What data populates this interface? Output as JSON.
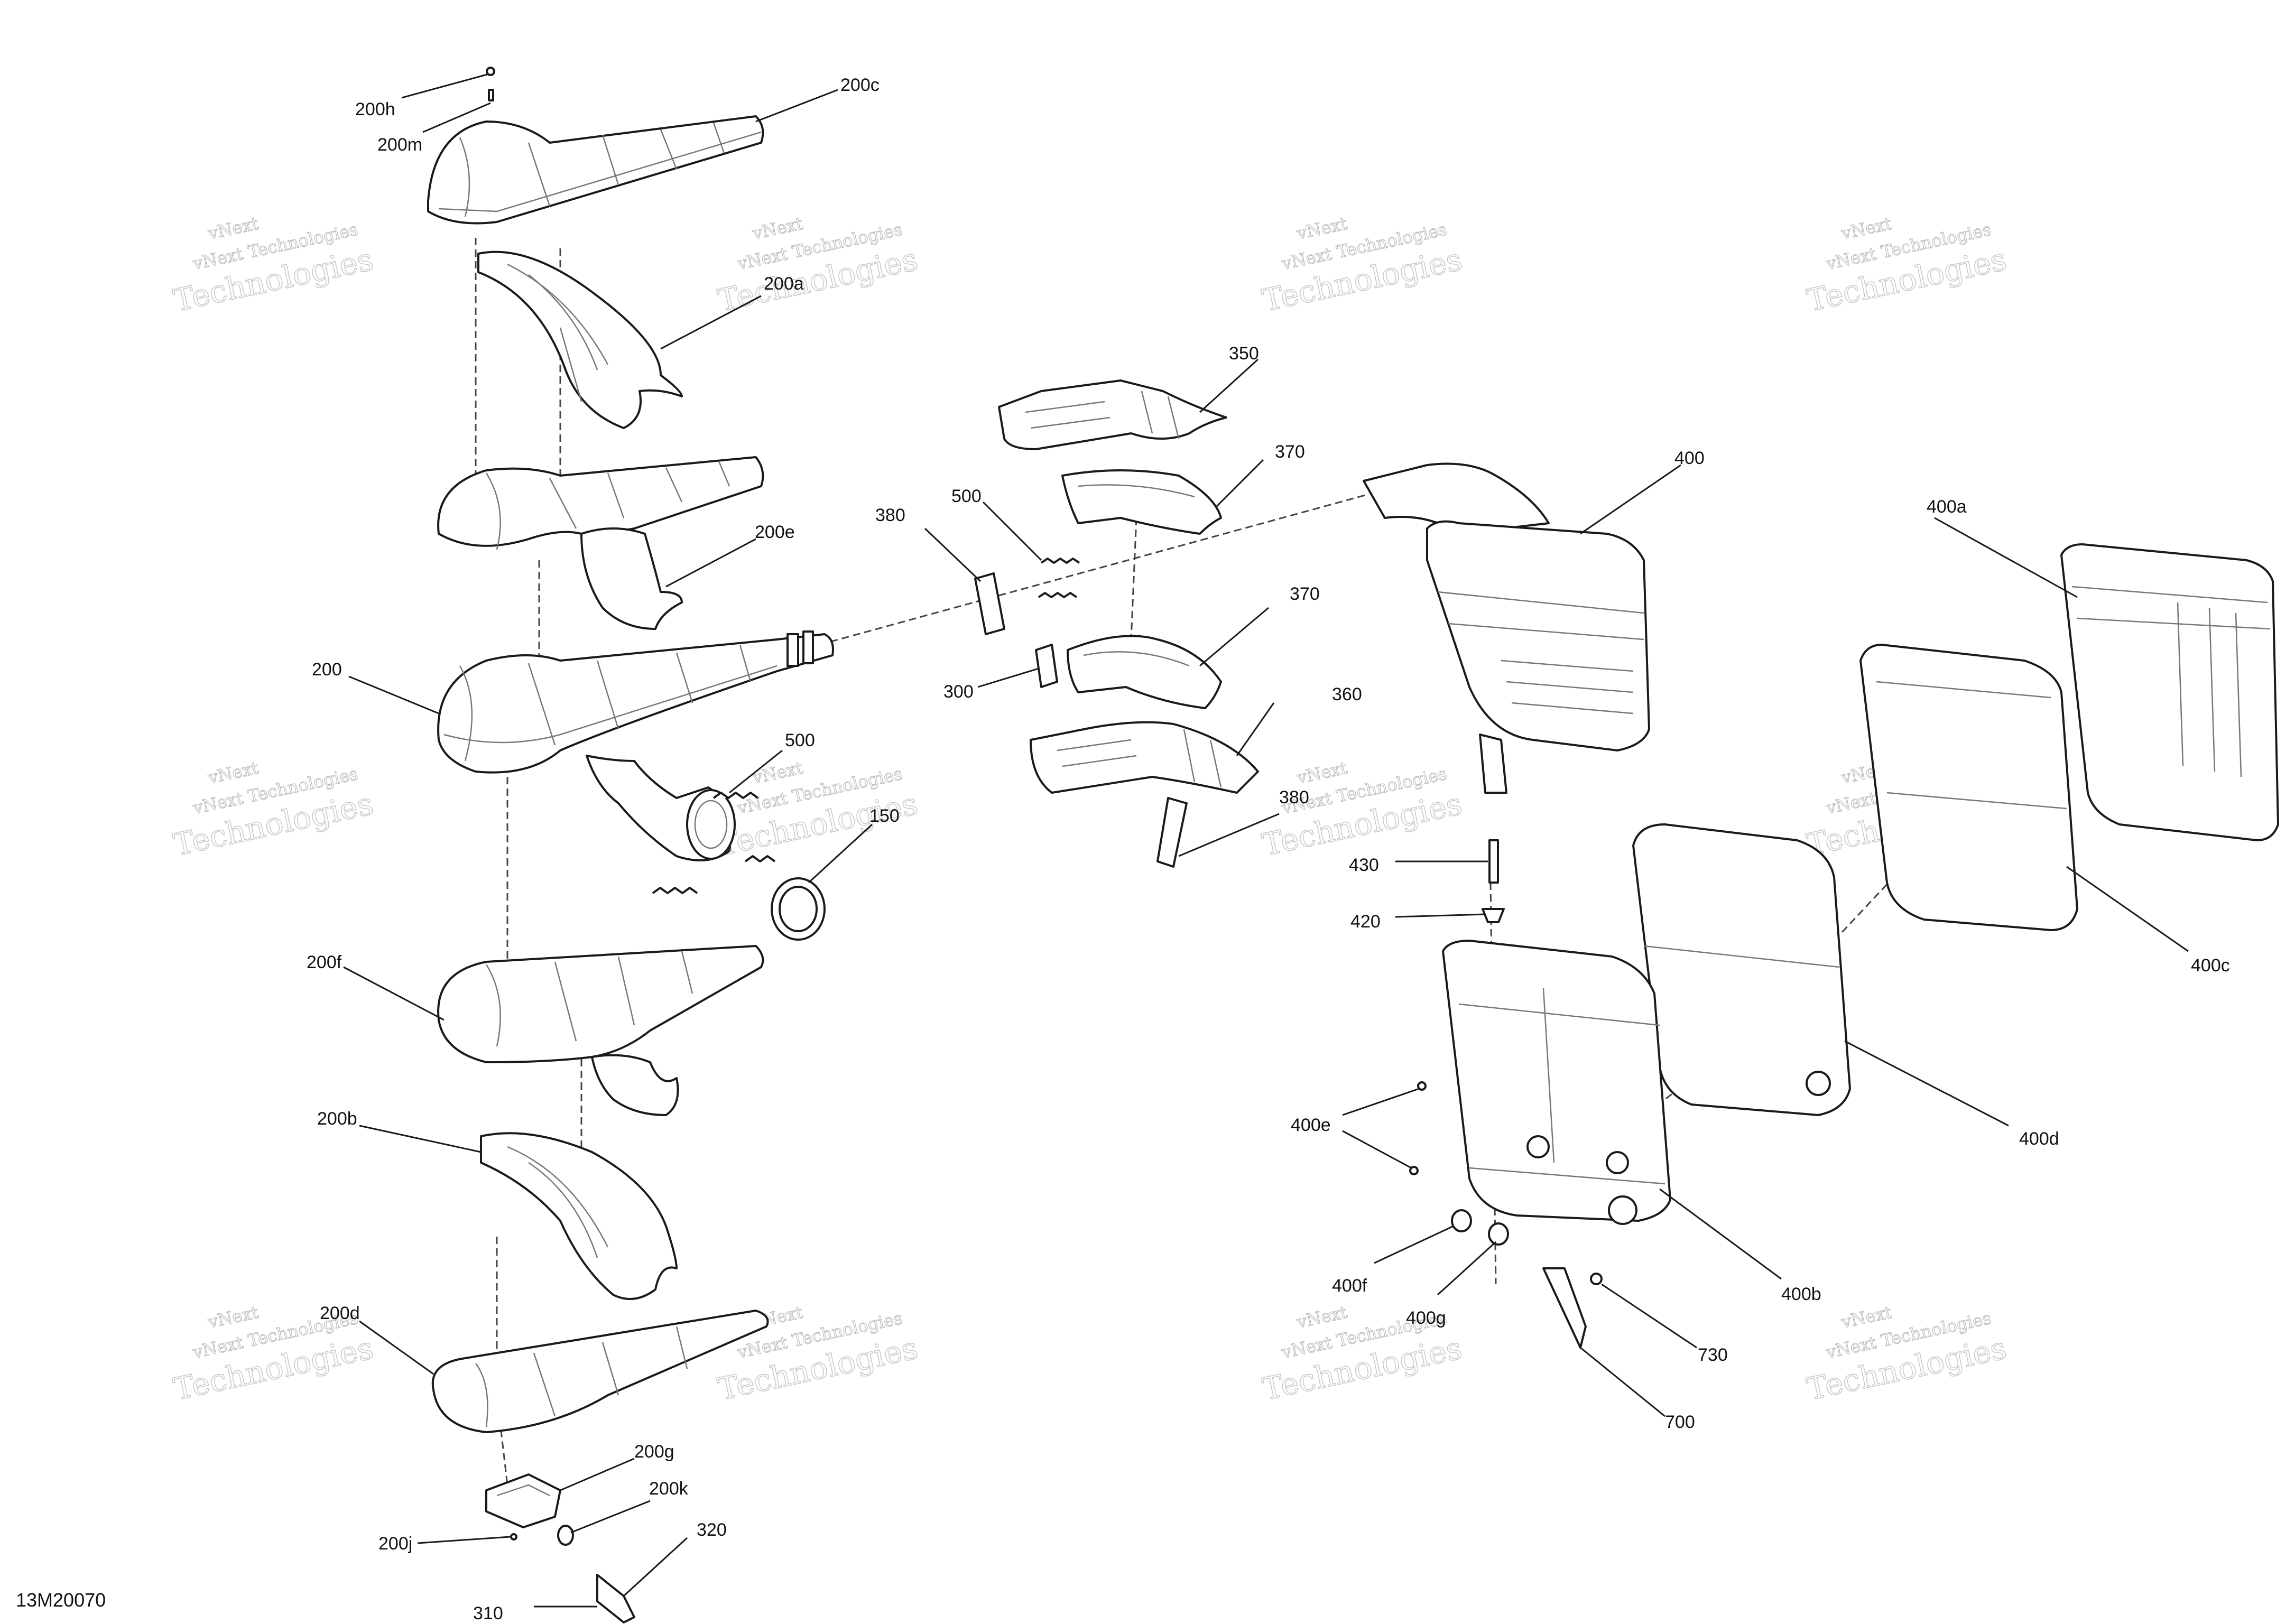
{
  "diagram": {
    "drawing_code": "13M20070",
    "watermark": {
      "line1": "vNext",
      "line2": "vNext Technologies",
      "line3": "Technologies"
    },
    "callouts": {
      "c200h": "200h",
      "c200m": "200m",
      "c200c": "200c",
      "c200a": "200a",
      "c200e": "200e",
      "c200": "200",
      "c200f": "200f",
      "c200b": "200b",
      "c200d": "200d",
      "c200g": "200g",
      "c200k": "200k",
      "c200j": "200j",
      "c310": "310",
      "c320": "320",
      "c350": "350",
      "c370a": "370",
      "c370b": "370",
      "c360": "360",
      "c380a": "380",
      "c380b": "380",
      "c500a": "500",
      "c500b": "500",
      "c300": "300",
      "c150": "150",
      "c400": "400",
      "c400a": "400a",
      "c400b": "400b",
      "c400c": "400c",
      "c400d": "400d",
      "c400e": "400e",
      "c400f": "400f",
      "c400g": "400g",
      "c430": "430",
      "c420": "420",
      "c700": "700",
      "c730": "730"
    }
  }
}
